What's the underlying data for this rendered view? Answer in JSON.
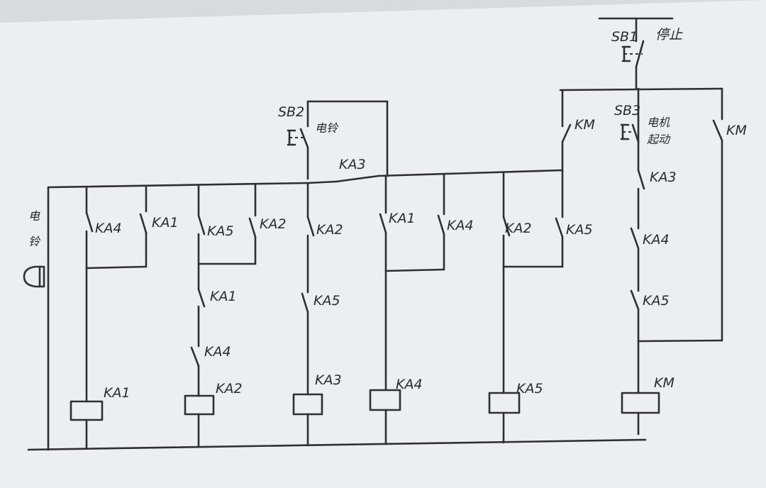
{
  "labels": {
    "sb1": "SB1",
    "stop": "停止",
    "sb2": "SB2",
    "sb2_text": "电铃",
    "sb3": "SB3",
    "motor_start_1": "电机",
    "motor_start_2": "起动",
    "bell_1": "电",
    "bell_2": "铃",
    "km": "KM",
    "ka1": "KA1",
    "ka2": "KA2",
    "ka3": "KA3",
    "ka4": "KA4",
    "ka5": "KA5"
  },
  "colors": {
    "paper": "#eef0f3",
    "ink": "#2f2f2f"
  }
}
